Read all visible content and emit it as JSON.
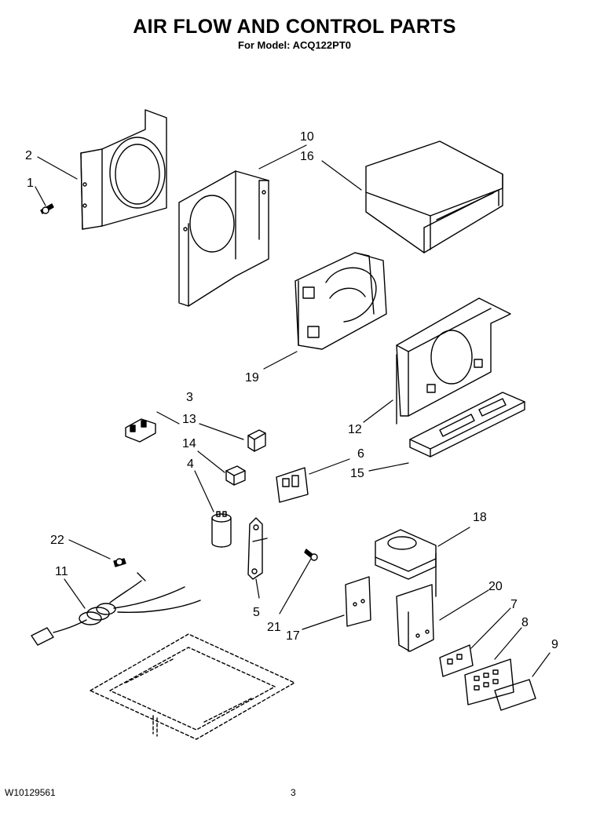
{
  "header": {
    "title": "AIR FLOW AND CONTROL PARTS",
    "model_line": "For Model: ACQ122PT0"
  },
  "footer": {
    "doc_number": "W10129561",
    "page_number": "3"
  },
  "callouts": {
    "c1": "1",
    "c2": "2",
    "c3": "3",
    "c4": "4",
    "c5": "5",
    "c6": "6",
    "c7": "7",
    "c8": "8",
    "c9": "9",
    "c10": "10",
    "c11": "11",
    "c12": "12",
    "c13": "13",
    "c14": "14",
    "c15": "15",
    "c16": "16",
    "c17": "17",
    "c18": "18",
    "c19": "19",
    "c20": "20",
    "c21": "21",
    "c22": "22"
  }
}
